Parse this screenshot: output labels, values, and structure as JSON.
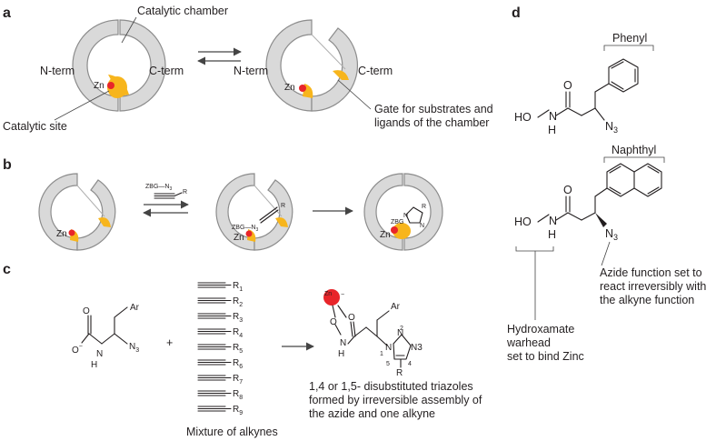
{
  "panel_a": {
    "letter": "a",
    "catalytic_chamber": "Catalytic chamber",
    "n_term": "N-term",
    "c_term": "C-term",
    "n_term_2": "N-term",
    "c_term_2": "C-term",
    "zn": "Zn",
    "zn_2": "Zn",
    "catalytic_site": "Catalytic site",
    "gate_line1": "Gate for substrates and",
    "gate_line2": "ligands of the chamber"
  },
  "panel_b": {
    "letter": "b",
    "reagent_zbg": "ZBG—N",
    "reagent_zbg_sub": "3",
    "reagent_r": "R",
    "zn_1": "Zn",
    "zn_2": "Zn",
    "zn_3": "Zn",
    "mid_zbg": "ZBG—N",
    "mid_zbg_sub": "3",
    "mid_r": "R",
    "prod_zbg": "ZBG",
    "prod_r": "R",
    "prod_n1": "N",
    "prod_n2": "N"
  },
  "panel_c": {
    "letter": "c",
    "ar": "Ar",
    "o_minus": "O",
    "minus": "−",
    "nh": "N",
    "h": "H",
    "n3": "N",
    "n3_sub": "3",
    "plus": "+",
    "alkynes": [
      {
        "r": "R",
        "n": "1"
      },
      {
        "r": "R",
        "n": "2"
      },
      {
        "r": "R",
        "n": "3"
      },
      {
        "r": "R",
        "n": "4"
      },
      {
        "r": "R",
        "n": "5"
      },
      {
        "r": "R",
        "n": "6"
      },
      {
        "r": "R",
        "n": "7"
      },
      {
        "r": "R",
        "n": "8"
      },
      {
        "r": "R",
        "n": "9"
      }
    ],
    "mixture_label": "Mixture of alkynes",
    "prod_zn": "Zn",
    "prod_ar": "Ar",
    "prod_o1": "O",
    "prod_o2": "O",
    "prod_nh": "N",
    "prod_h": "H",
    "prod_n1": "N",
    "prod_n2": "N",
    "prod_n3": "N3",
    "prod_r": "R",
    "num_1": "1",
    "num_2": "2",
    "num_4": "4",
    "num_5": "5",
    "desc_line1": "1,4 or 1,5- disubstituted triazoles",
    "desc_line2": "formed by irreversible assembly of",
    "desc_line3": "the azide and one alkyne"
  },
  "panel_d": {
    "letter": "d",
    "phenyl": "Phenyl",
    "naphthyl": "Naphthyl",
    "ho_1": "HO",
    "n_1": "N",
    "h_1": "H",
    "o_1": "O",
    "n3_1": "N",
    "n3_1_sub": "3",
    "ho_2": "HO",
    "n_2": "N",
    "h_2": "H",
    "o_2": "O",
    "n3_2": "N",
    "n3_2_sub": "3",
    "azide_line1": "Azide function set to",
    "azide_line2": "react irreversibly with",
    "azide_line3": "the alkyne function",
    "hydrox_line1": "Hydroxamate",
    "hydrox_line2": "warhead",
    "hydrox_line3": "set to bind Zinc"
  },
  "colors": {
    "shell": "#d9d9d9",
    "gate": "#f7b51c",
    "zinc": "#e8252a",
    "ink": "#231f20"
  }
}
